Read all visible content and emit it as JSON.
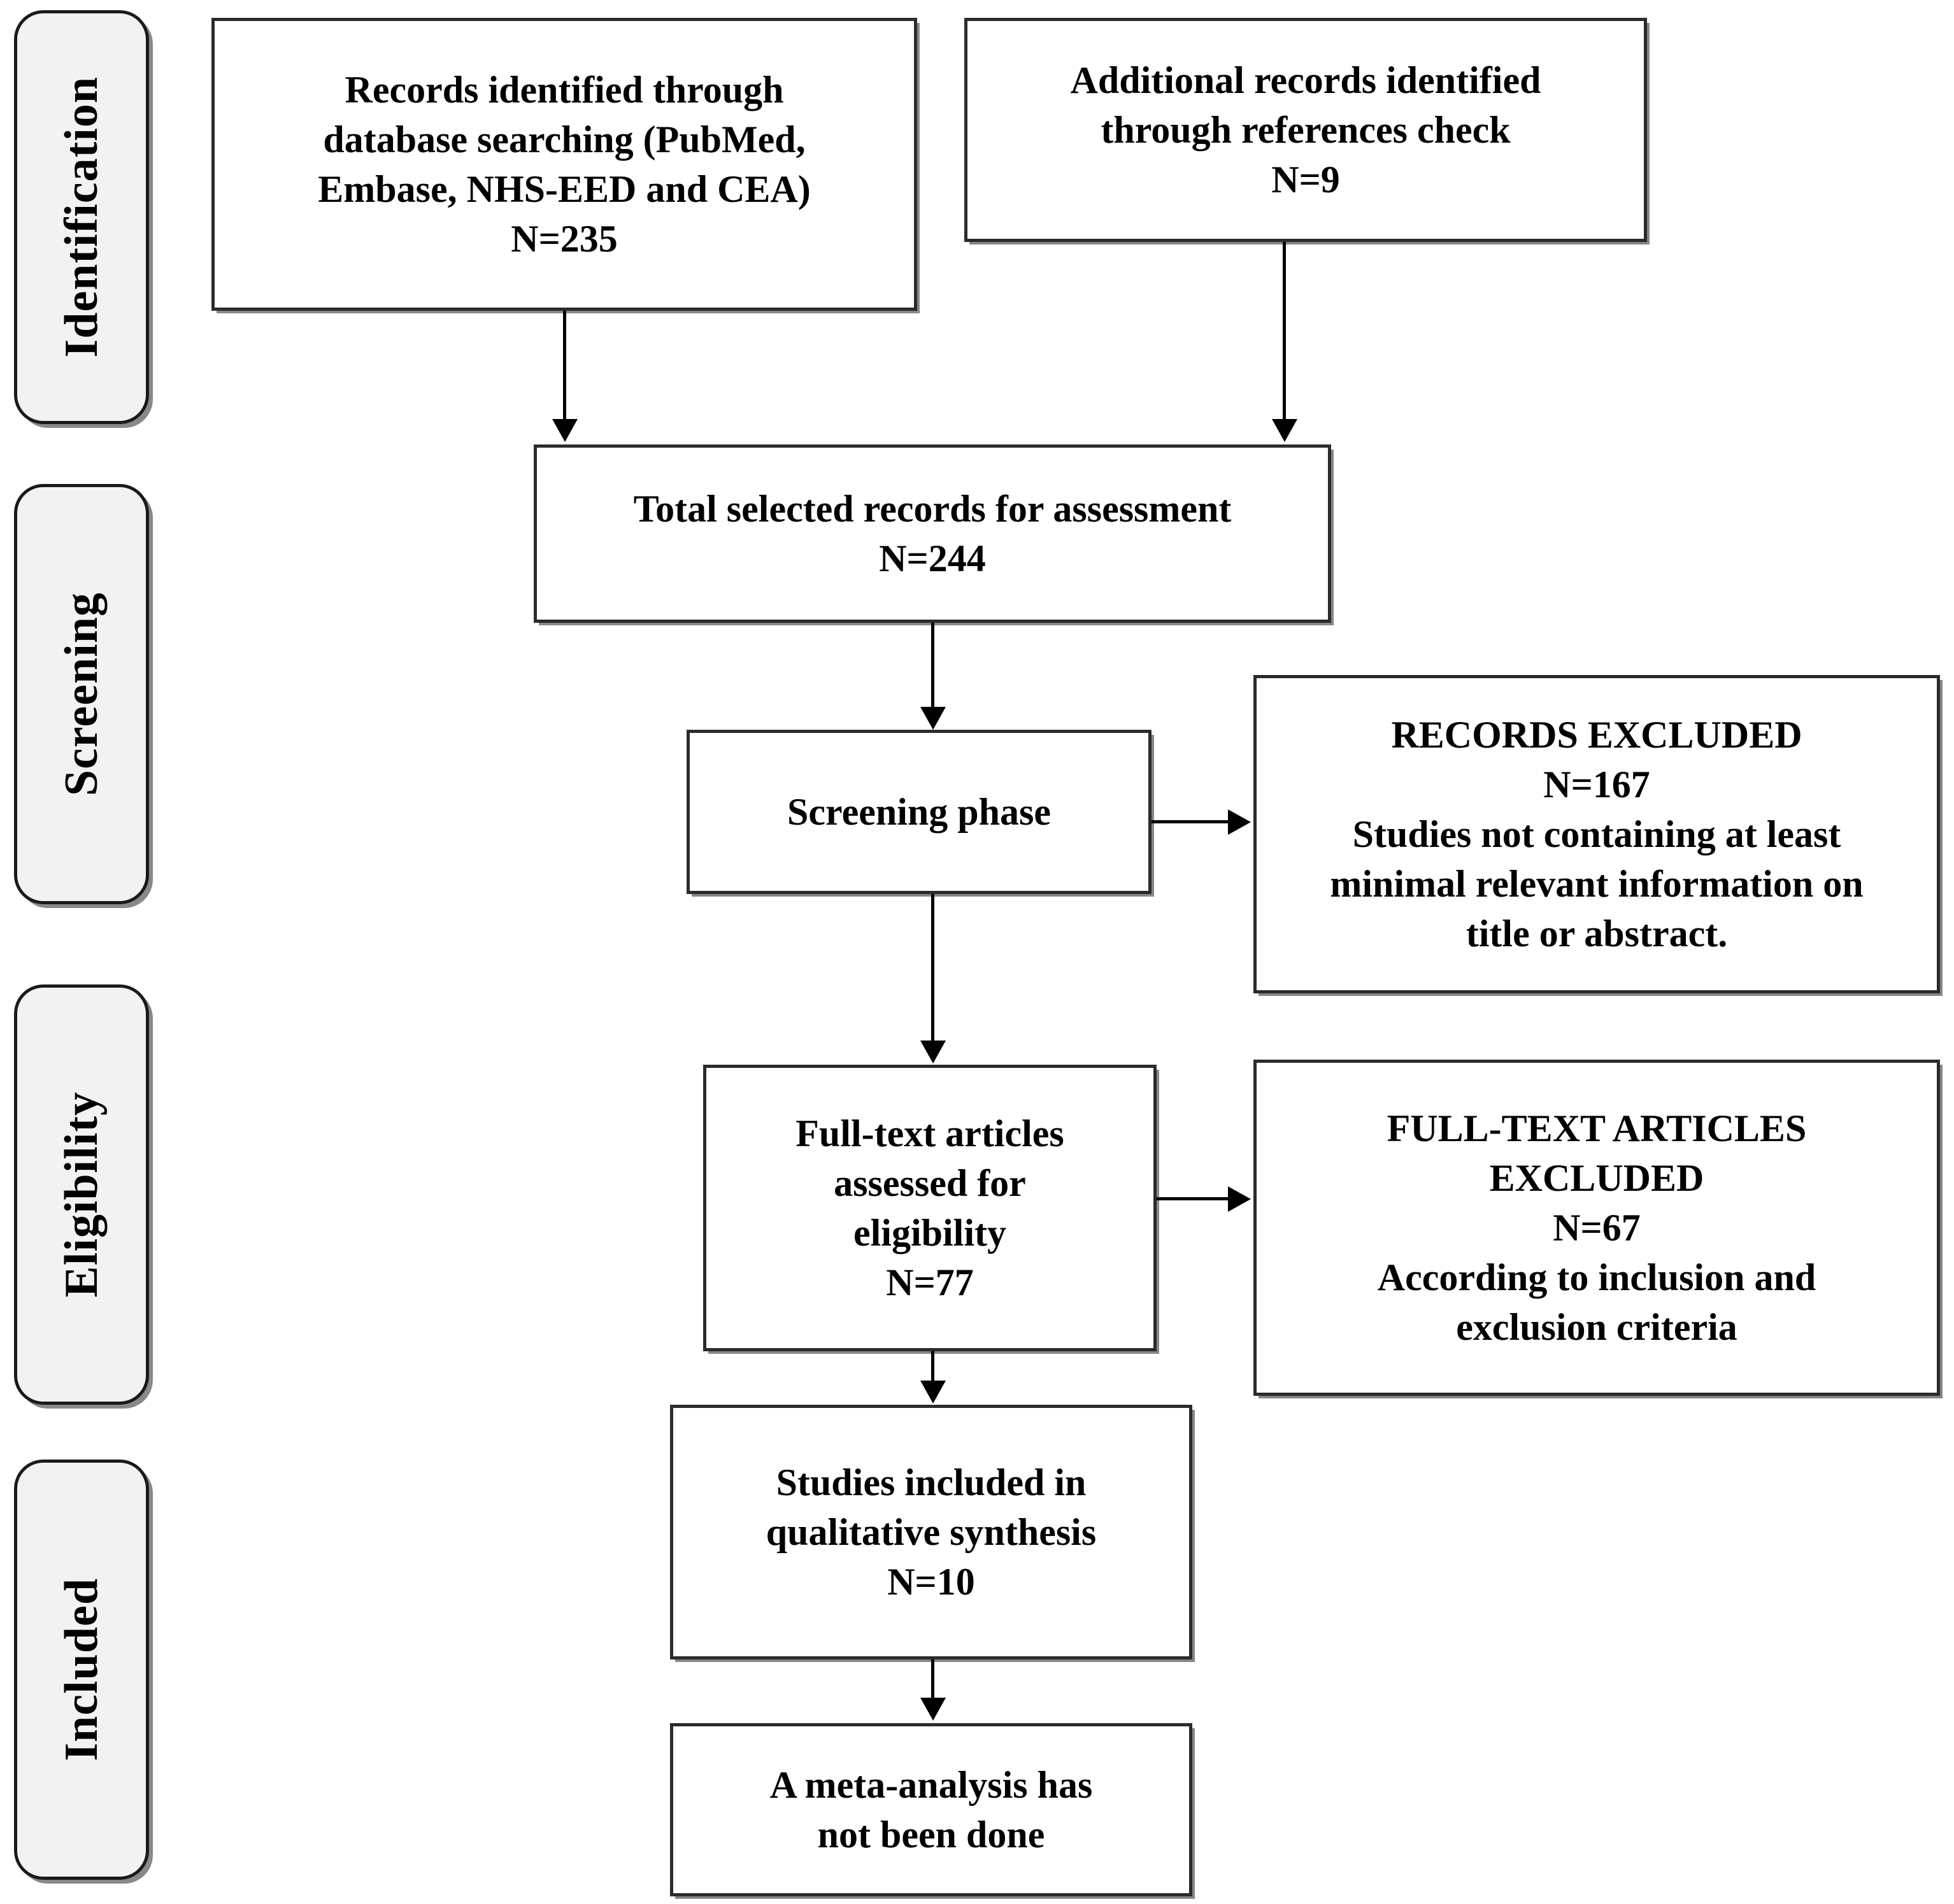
{
  "diagram": {
    "type": "prisma-flow-diagram",
    "stages": [
      {
        "id": "identification",
        "label": "Identification"
      },
      {
        "id": "screening",
        "label": "Screening"
      },
      {
        "id": "eligibility",
        "label": "Eligibility"
      },
      {
        "id": "included",
        "label": "Included"
      }
    ],
    "boxes": {
      "records_identified": {
        "text": "Records identified through\ndatabase searching (PubMed,\nEmbase, NHS-EED and CEA)\nN=235",
        "n": 235
      },
      "additional_records": {
        "text": "Additional records identified\nthrough references check\nN=9",
        "n": 9
      },
      "total_selected": {
        "text": "Total selected records for assessment\nN=244",
        "n": 244
      },
      "screening_phase": {
        "text": "Screening phase"
      },
      "records_excluded": {
        "text": "RECORDS EXCLUDED\nN=167\nStudies not containing at least\nminimal relevant information on\ntitle or abstract.",
        "n": 167
      },
      "fulltext_assessed": {
        "text": "Full-text articles\nassessed for\neligibility\nN=77",
        "n": 77
      },
      "fulltext_excluded": {
        "text": "FULL-TEXT ARTICLES\nEXCLUDED\nN=67\nAccording to inclusion and\nexclusion criteria",
        "n": 67
      },
      "studies_included": {
        "text": "Studies included in\nqualitative synthesis\nN=10",
        "n": 10
      },
      "meta_analysis": {
        "text": "A meta-analysis has\nnot been done"
      }
    },
    "colors": {
      "box_border": "#2b2b2b",
      "box_fill": "#ffffff",
      "tab_fill": "#f2f2f2",
      "tab_border": "#1a1a1a",
      "connector": "#000000",
      "text": "#000000"
    }
  }
}
